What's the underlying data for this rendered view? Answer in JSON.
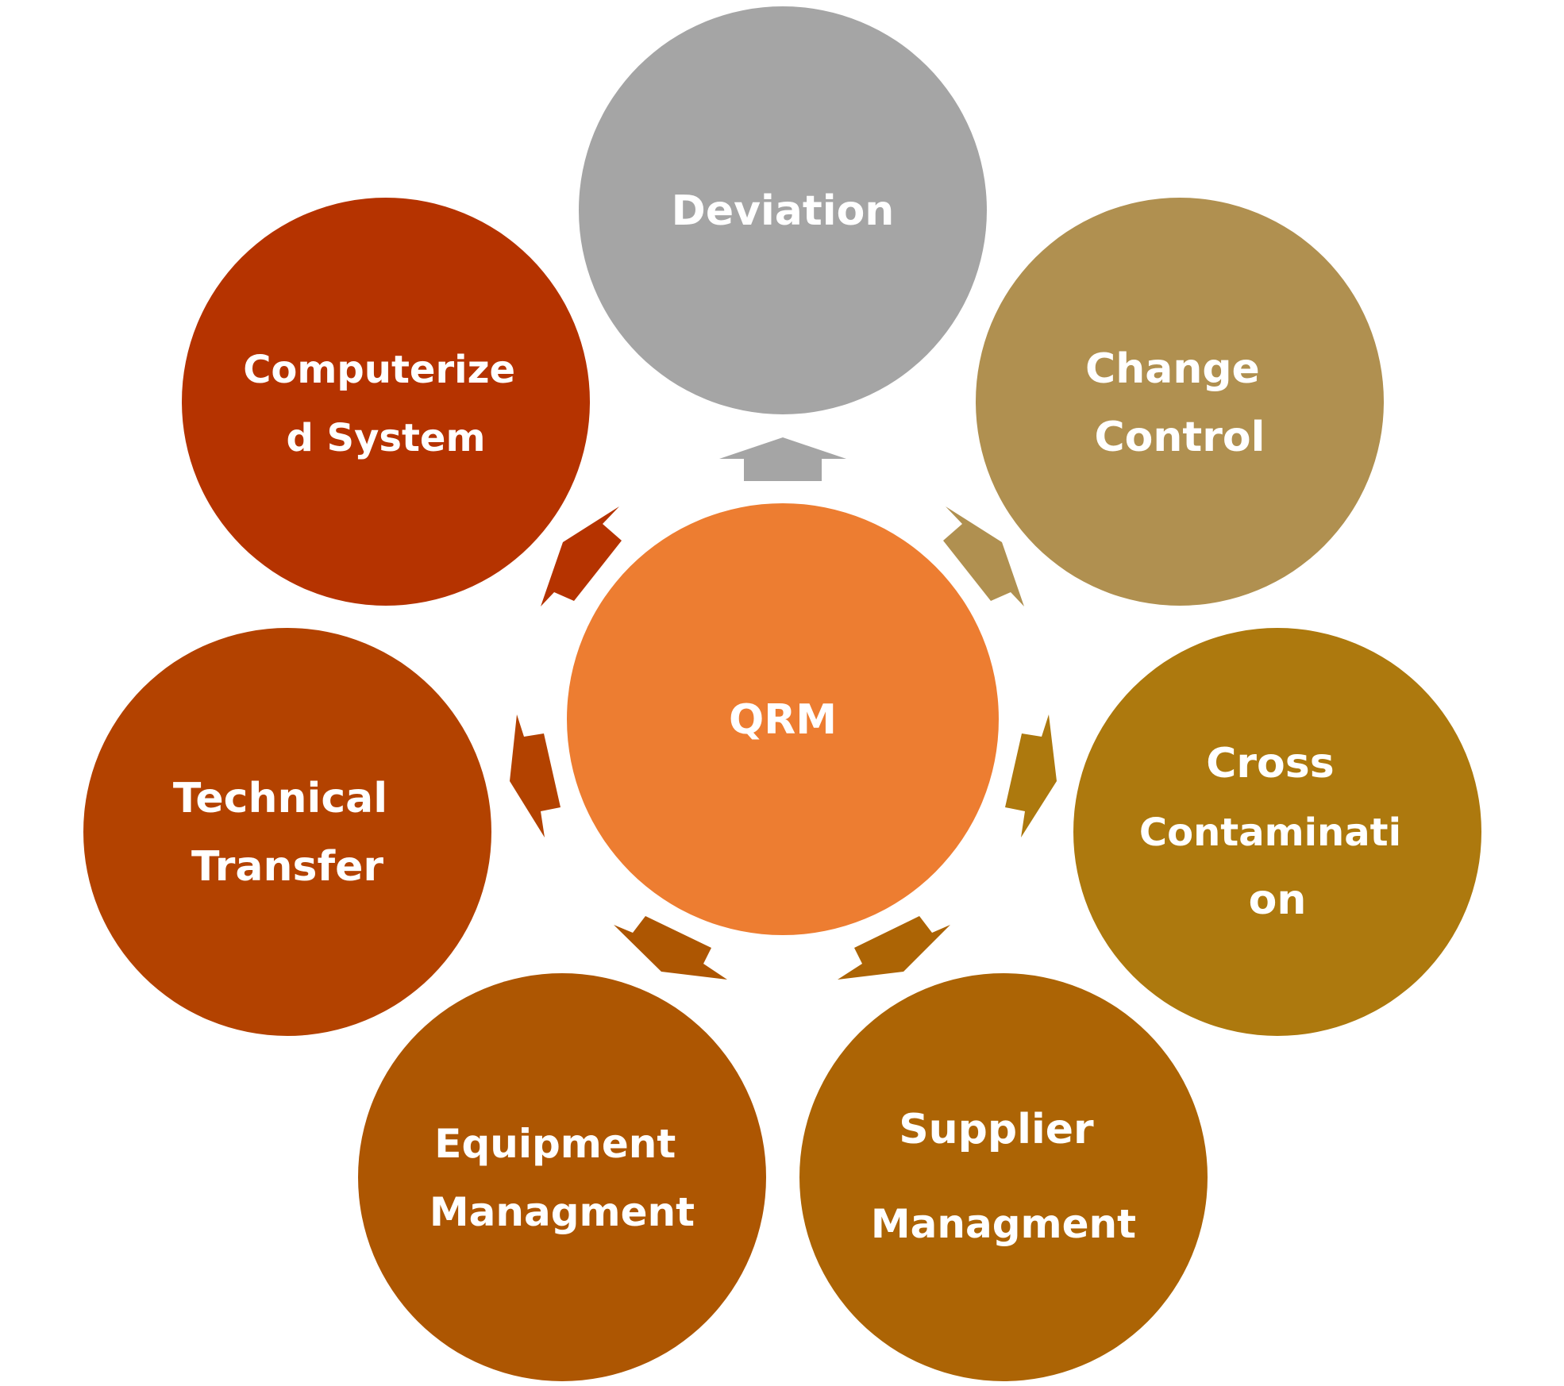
{
  "diagram": {
    "center": {
      "lines": [
        "QRM"
      ],
      "color": "#ED7D31"
    },
    "nodes": [
      {
        "id": "deviation",
        "lines": [
          "Deviation"
        ],
        "color": "#A5A5A5"
      },
      {
        "id": "change-control",
        "lines": [
          "Change",
          "Control"
        ],
        "color": "#B09050"
      },
      {
        "id": "cross-contamination",
        "lines": [
          "Cross",
          "Contaminati",
          "on"
        ],
        "color": "#AD790E"
      },
      {
        "id": "supplier-managment",
        "lines": [
          "Supplier",
          "Managment"
        ],
        "color": "#AC6405"
      },
      {
        "id": "equipment-managment",
        "lines": [
          "Equipment",
          "Managment"
        ],
        "color": "#AD5602"
      },
      {
        "id": "technical-transfer",
        "lines": [
          "Technical",
          "Transfer"
        ],
        "color": "#B34200"
      },
      {
        "id": "computerized-system",
        "lines": [
          "Computerize",
          "d System"
        ],
        "color": "#B53300"
      }
    ]
  }
}
